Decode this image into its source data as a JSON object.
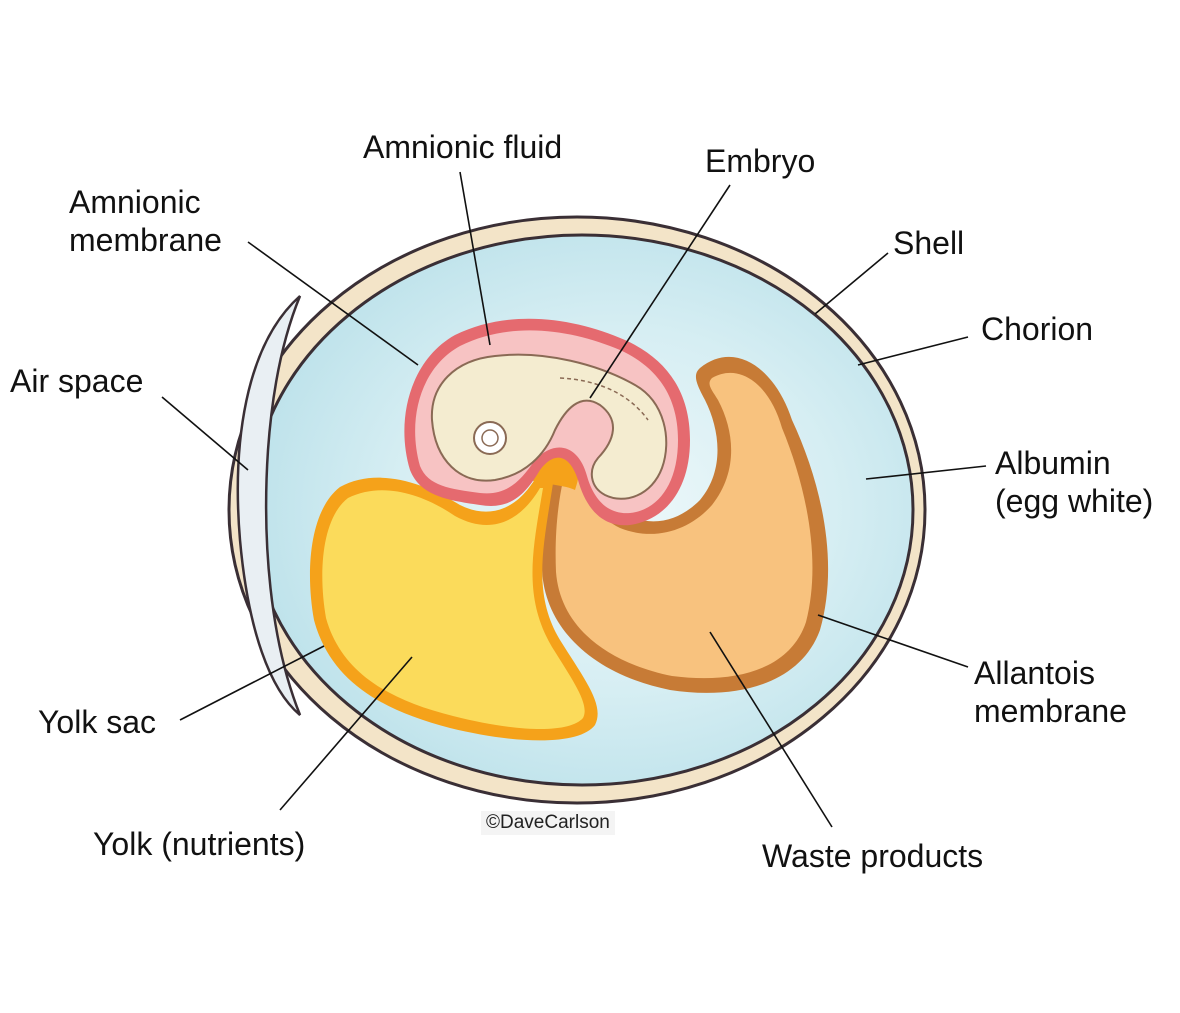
{
  "labels": {
    "amnionic_fluid": "Amnionic fluid",
    "embryo": "Embryo",
    "amnionic_membrane_1": "Amnionic",
    "amnionic_membrane_2": "membrane",
    "shell": "Shell",
    "chorion": "Chorion",
    "air_space": "Air space",
    "albumin_1": "Albumin",
    "albumin_2": "(egg white)",
    "allantois_1": "Allantois",
    "allantois_2": "membrane",
    "yolk_sac": "Yolk sac",
    "yolk": "Yolk (nutrients)",
    "waste": "Waste products"
  },
  "credit": "©DaveCarlson",
  "colors": {
    "shell": "#f3e4c8",
    "albumin": "#c4e5ec",
    "air_space": "#e8eef2",
    "amnion_outer": "#e56a6f",
    "amnion_inner": "#f7c3c3",
    "embryo": "#f4ecd0",
    "yolk_outer": "#f5a21a",
    "yolk_inner": "#fbdb5b",
    "allantois_outer": "#c77b36",
    "allantois_inner": "#f8c27e",
    "leader_line": "#111111"
  }
}
